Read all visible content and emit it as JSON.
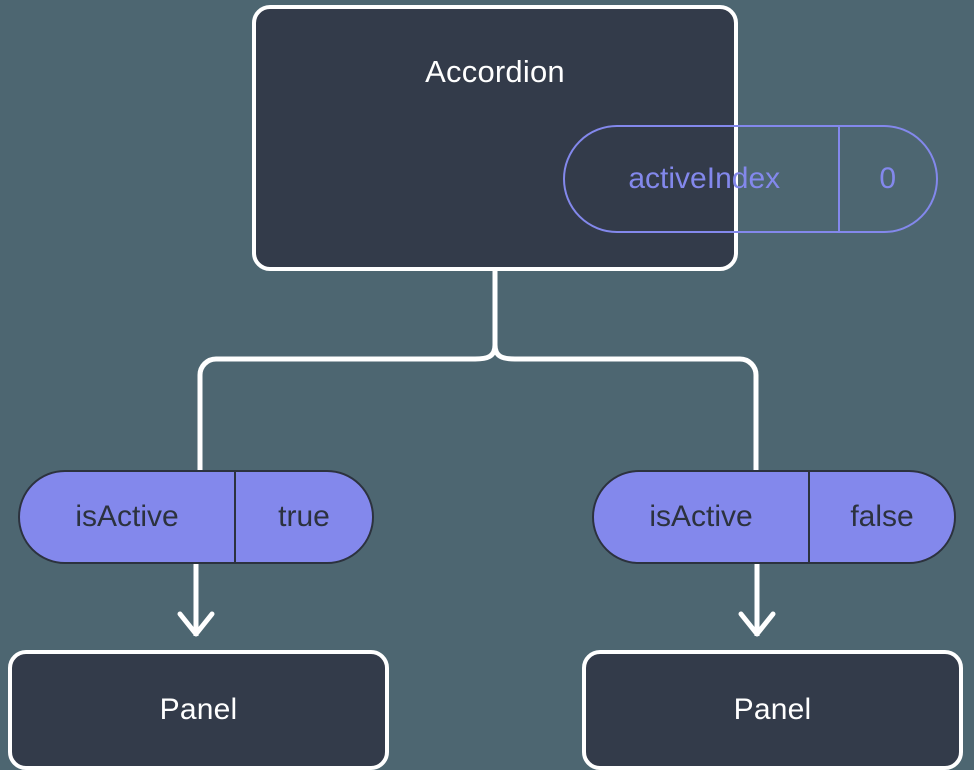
{
  "diagram": {
    "type": "component-tree",
    "background_color": "#4d6671",
    "box_fill_color": "#333b4a",
    "box_border_color": "#ffffff",
    "pill_accent_color": "#8388ec",
    "pill_text_color": "#2c323e",
    "connector_color": "#ffffff"
  },
  "root": {
    "title": "Accordion",
    "state": {
      "key": "activeIndex",
      "value": "0",
      "style": "outlined"
    }
  },
  "children": [
    {
      "side": "left",
      "prop": {
        "key": "isActive",
        "value": "true",
        "style": "filled"
      },
      "title": "Panel"
    },
    {
      "side": "right",
      "prop": {
        "key": "isActive",
        "value": "false",
        "style": "filled"
      },
      "title": "Panel"
    }
  ]
}
